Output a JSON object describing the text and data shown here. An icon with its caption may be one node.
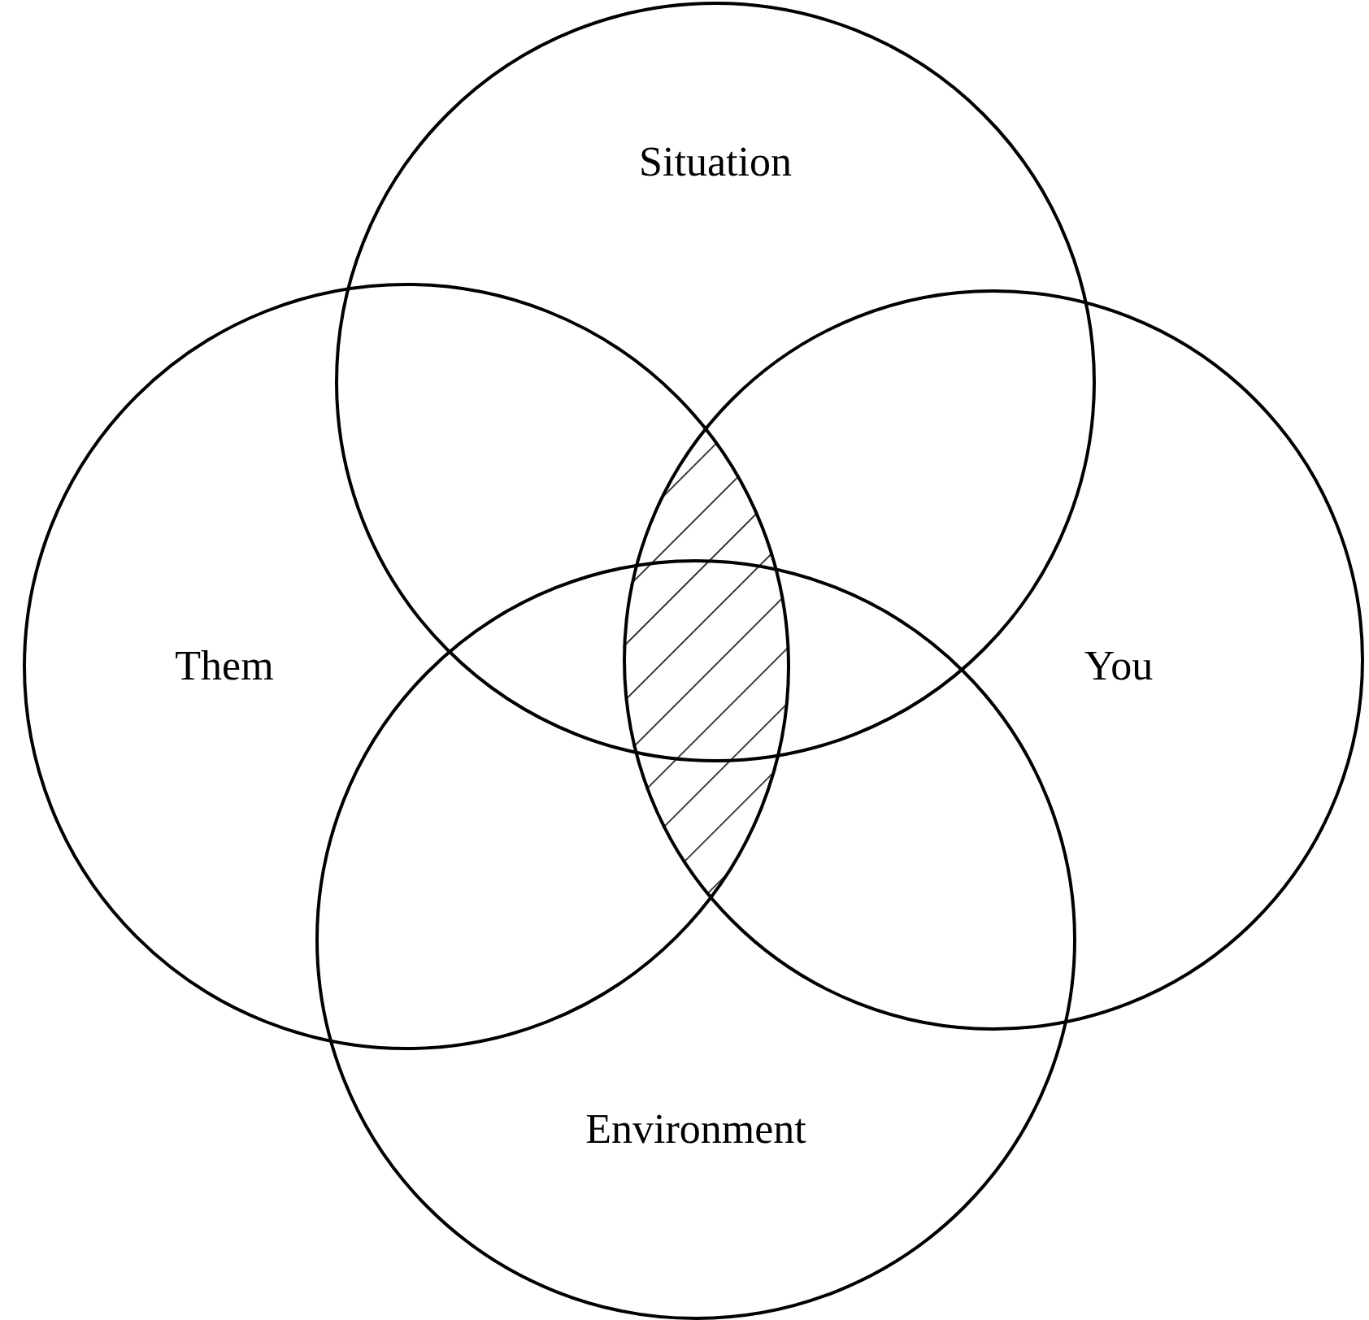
{
  "diagram": {
    "nodes": [
      {
        "text": [
          "Situation"
        ]
      },
      {
        "text": [
          "Them"
        ]
      },
      {
        "text": [
          "You"
        ]
      },
      {
        "text": [
          "Environment"
        ]
      },
      {
        "text": [],
        "shape": "hatched"
      }
    ]
  }
}
